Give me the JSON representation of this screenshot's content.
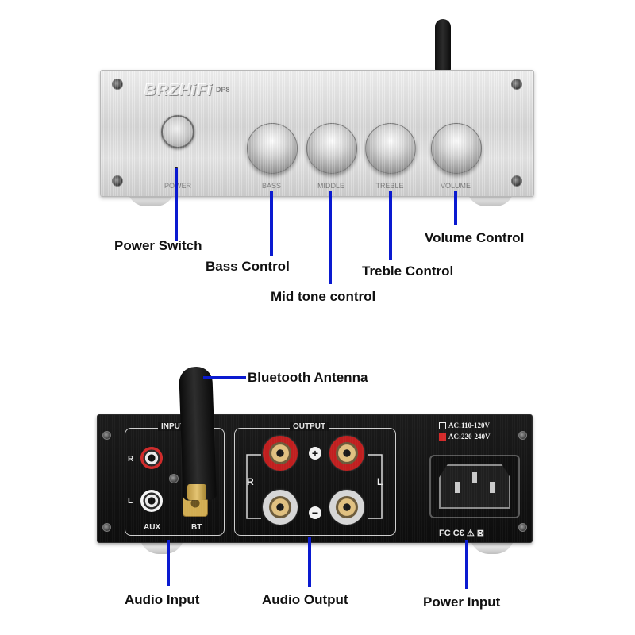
{
  "front": {
    "brand": "BRZHiFi",
    "model": "DP8",
    "labels": {
      "power": "POWER",
      "bass": "BASS",
      "middle": "MIDDLE",
      "treble": "TREBLE",
      "volume": "VOLUME"
    }
  },
  "rear": {
    "input_title": "INPUT",
    "output_title": "OUTPUT",
    "channel_r": "R",
    "channel_l": "L",
    "aux": "AUX",
    "bt": "BT",
    "plus": "+",
    "minus": "−",
    "voltage_options": [
      {
        "text": "AC:110-120V",
        "checked": false
      },
      {
        "text": "AC:220-240V",
        "checked": true
      }
    ],
    "certifications": "FC C€ ⚠ ⊠"
  },
  "callouts": {
    "power_switch": "Power Switch",
    "bass_control": "Bass Control",
    "mid_tone_control": "Mid tone control",
    "treble_control": "Treble Control",
    "volume_control": "Volume Control",
    "bluetooth_antenna": "Bluetooth Antenna",
    "audio_input": "Audio Input",
    "audio_output": "Audio Output",
    "power_input": "Power Input"
  },
  "colors": {
    "callout_line": "#0a1ad0",
    "front_panel": "#d8d8d8",
    "rear_panel": "#121212",
    "rca_red": "#d12a2a",
    "binding_red": "#c01f1f"
  }
}
